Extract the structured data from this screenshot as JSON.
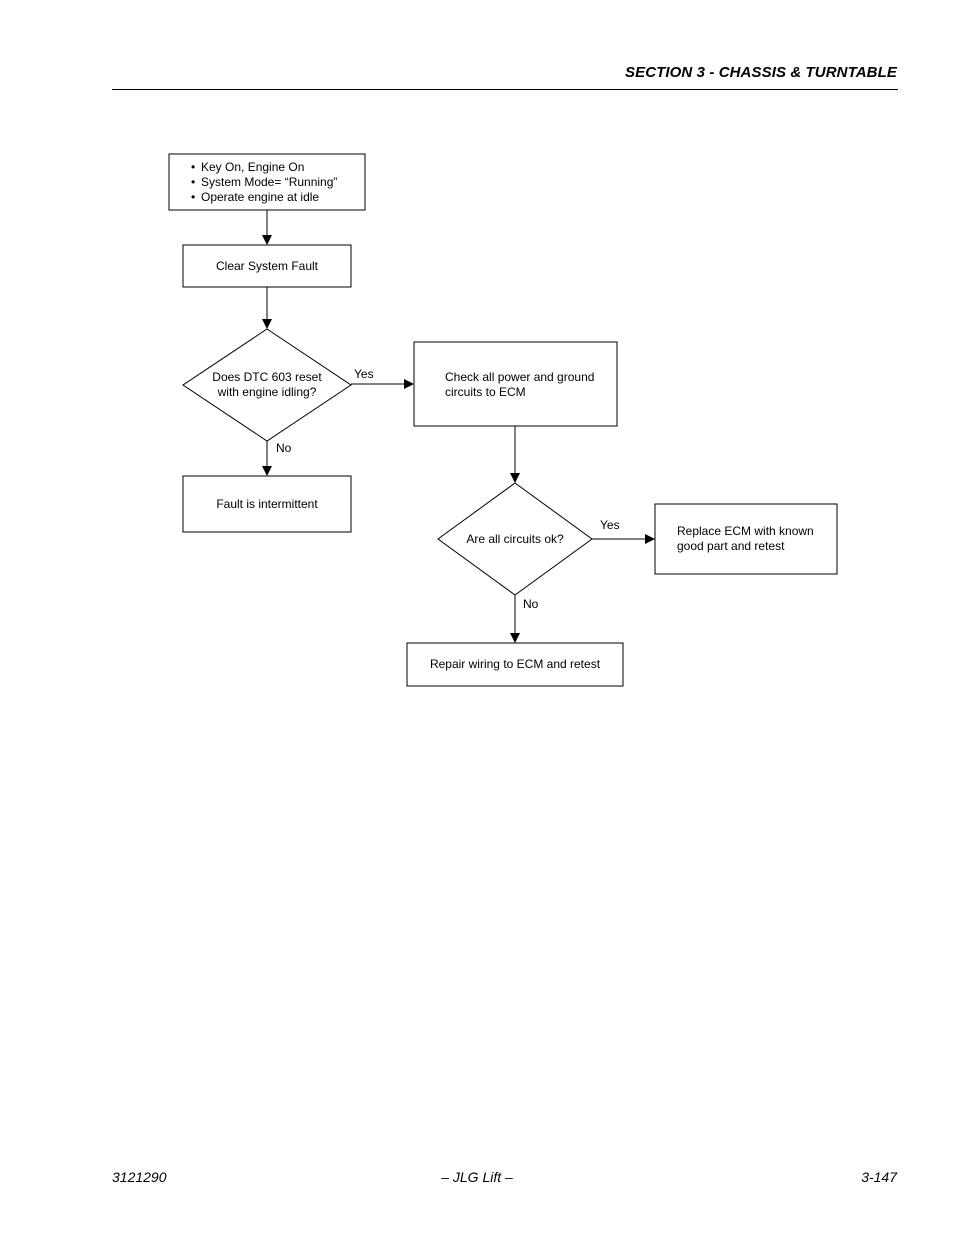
{
  "header": {
    "section_title": "SECTION 3 - CHASSIS & TURNTABLE"
  },
  "flowchart": {
    "start_items": [
      "Key On, Engine On",
      "System Mode= “Running”",
      "Operate engine at idle"
    ],
    "clear_fault": "Clear System Fault",
    "decision1": [
      "Does DTC 603 reset",
      "with engine idling?"
    ],
    "decision1_yes": "Yes",
    "decision1_no": "No",
    "intermittent": "Fault is intermittent",
    "check_circuits": [
      "Check all power and ground",
      "circuits to ECM"
    ],
    "decision2": "Are all circuits ok?",
    "decision2_yes": "Yes",
    "decision2_no": "No",
    "replace_ecm": [
      "Replace ECM with known",
      "good part and retest"
    ],
    "repair_wiring": "Repair wiring to ECM and retest"
  },
  "footer": {
    "doc_number": "3121290",
    "brand": "– JLG Lift –",
    "page_number": "3-147"
  }
}
